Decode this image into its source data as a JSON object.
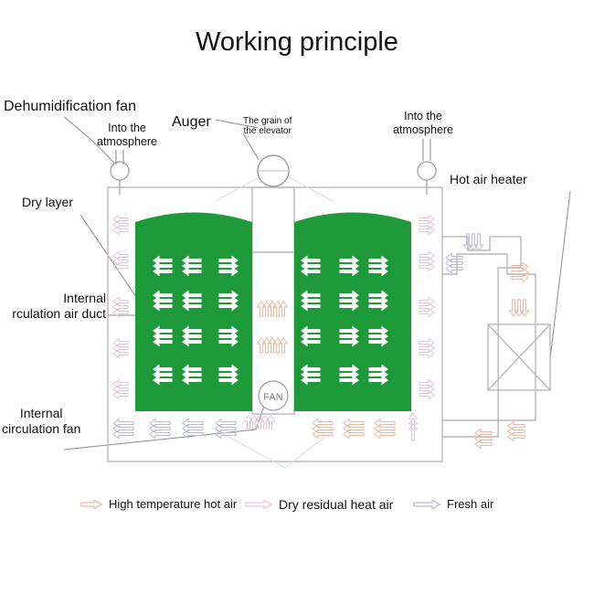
{
  "title": "Working principle",
  "labels": {
    "dehumidification_fan": "Dehumidification fan",
    "into_atmosphere_left": "Into the\natmosphere",
    "auger": "Auger",
    "grain_elevator": "The grain of\nthe elevator",
    "into_atmosphere_right": "Into the\natmosphere",
    "hot_air_heater": "Hot air heater",
    "dry_layer": "Dry layer",
    "internal_circulation_air_duct": "Internal\nrculation air duct",
    "internal_circulation_fan": "Internal\ncirculation fan",
    "fan": "FAN"
  },
  "legend": [
    {
      "label": "High temperature hot air",
      "color": "#e7b9a0"
    },
    {
      "label": "Dry residual heat air",
      "color": "#e2c4d6"
    },
    {
      "label": "Fresh air",
      "color": "#b8bccc"
    }
  ],
  "colors": {
    "grain": "#1e9a3a",
    "hot_air": "#e7b9a0",
    "residual_air": "#e2c4d6",
    "fresh_air": "#b8bccc",
    "line": "#9c9c9c"
  }
}
